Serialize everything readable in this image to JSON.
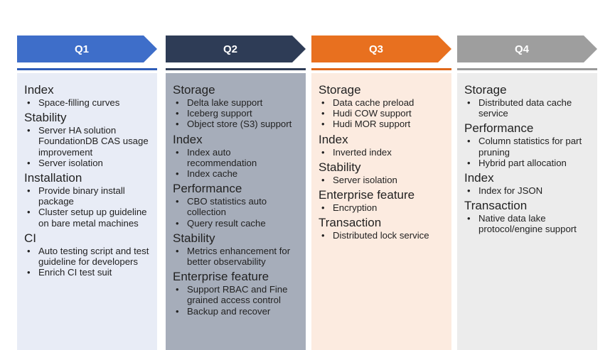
{
  "quarters": [
    {
      "label": "Q1",
      "arrow_color": "#3e6ec9",
      "line_color": "#2f5db8",
      "panel_color": "#e8ecf6",
      "sections": [
        {
          "title": "Index",
          "items": [
            "Space-filling curves"
          ]
        },
        {
          "title": "Stability",
          "items": [
            "Server HA solution FoundationDB CAS usage improvement",
            "Server isolation"
          ]
        },
        {
          "title": "Installation",
          "items": [
            "Provide binary install package",
            "Cluster setup up guideline on bare metal machines"
          ]
        },
        {
          "title": "CI",
          "items": [
            "Auto testing script and test guideline for developers",
            "Enrich CI test suit"
          ]
        }
      ]
    },
    {
      "label": "Q2",
      "arrow_color": "#2e3c56",
      "line_color": "#2e3c56",
      "panel_color": "#a6adba",
      "sections": [
        {
          "title": "Storage",
          "items": [
            "Delta lake support",
            "Iceberg support",
            "Object store (S3) support"
          ]
        },
        {
          "title": "Index",
          "items": [
            "Index auto recommendation",
            "Index cache"
          ]
        },
        {
          "title": "Performance",
          "items": [
            "CBO statistics auto collection",
            "Query result cache"
          ]
        },
        {
          "title": "Stability",
          "items": [
            "Metrics enhancement for better observability"
          ]
        },
        {
          "title": "Enterprise feature",
          "items": [
            "Support RBAC and Fine grained access control",
            "Backup and recover"
          ]
        }
      ]
    },
    {
      "label": "Q3",
      "arrow_color": "#e8701f",
      "line_color": "#e0681a",
      "panel_color": "#fcebe0",
      "sections": [
        {
          "title": "Storage",
          "items": [
            "Data cache preload",
            "Hudi COW support",
            "Hudi MOR support"
          ]
        },
        {
          "title": "Index",
          "items": [
            "Inverted index"
          ]
        },
        {
          "title": "Stability",
          "items": [
            "Server isolation"
          ]
        },
        {
          "title": "Enterprise feature",
          "items": [
            "Encryption"
          ]
        },
        {
          "title": "Transaction",
          "items": [
            "Distributed lock service"
          ]
        }
      ]
    },
    {
      "label": "Q4",
      "arrow_color": "#9e9e9e",
      "line_color": "#9a9a9a",
      "panel_color": "#ececec",
      "sections": [
        {
          "title": "Storage",
          "items": [
            "Distributed data cache service"
          ]
        },
        {
          "title": "Performance",
          "items": [
            "Column statistics for part pruning",
            "Hybrid part allocation"
          ]
        },
        {
          "title": "Index",
          "items": [
            "Index for JSON"
          ]
        },
        {
          "title": "Transaction",
          "items": [
            "Native data lake protocol/engine support"
          ]
        }
      ]
    }
  ]
}
